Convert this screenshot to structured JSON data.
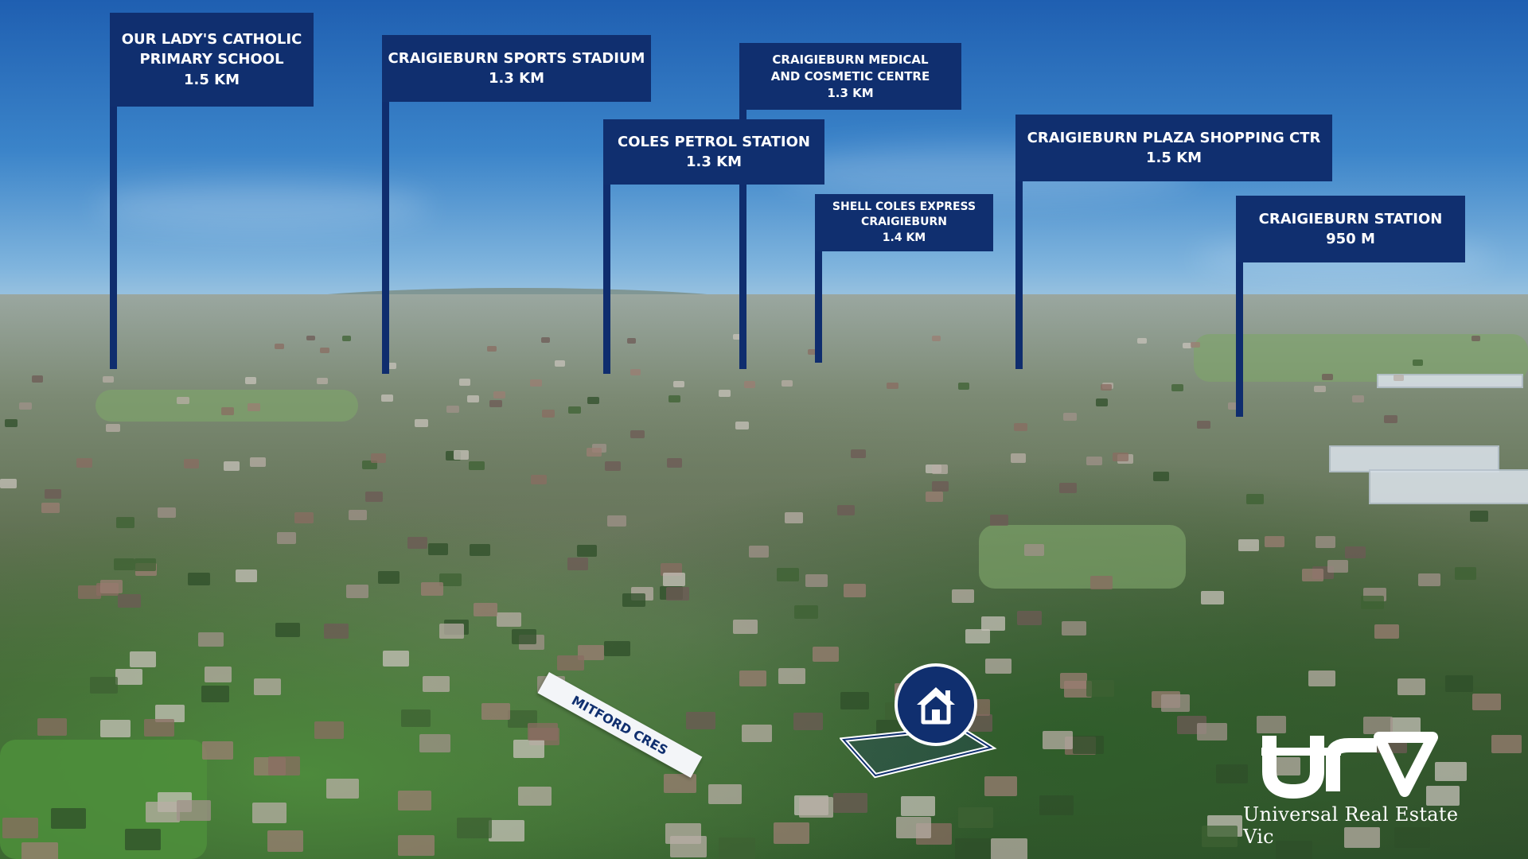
{
  "signs": [
    {
      "lines": [
        "OUR LADY'S CATHOLIC",
        "PRIMARY SCHOOL",
        "1.5 KM"
      ]
    },
    {
      "lines": [
        "CRAIGIEBURN SPORTS STADIUM",
        "1.3 KM"
      ]
    },
    {
      "lines": [
        "CRAIGIEBURN MEDICAL",
        "AND COSMETIC CENTRE",
        "1.3 KM"
      ]
    },
    {
      "lines": [
        "COLES PETROL STATION",
        "1.3 KM"
      ]
    },
    {
      "lines": [
        "SHELL COLES EXPRESS",
        "CRAIGIEBURN",
        "1.4 KM"
      ]
    },
    {
      "lines": [
        "CRAIGIEBURN PLAZA SHOPPING CTR",
        "1.5 KM"
      ]
    },
    {
      "lines": [
        "CRAIGIEBURN STATION",
        "950 M"
      ]
    }
  ],
  "street_label": "MITFORD CRES",
  "home_marker": {
    "icon": "house-icon"
  },
  "logo": {
    "mark": "URV",
    "text": "Universal Real Estate Vic"
  },
  "colors": {
    "sign_background": "#102f6f",
    "sign_text": "#ffffff",
    "sky": "#2f6fb8"
  }
}
